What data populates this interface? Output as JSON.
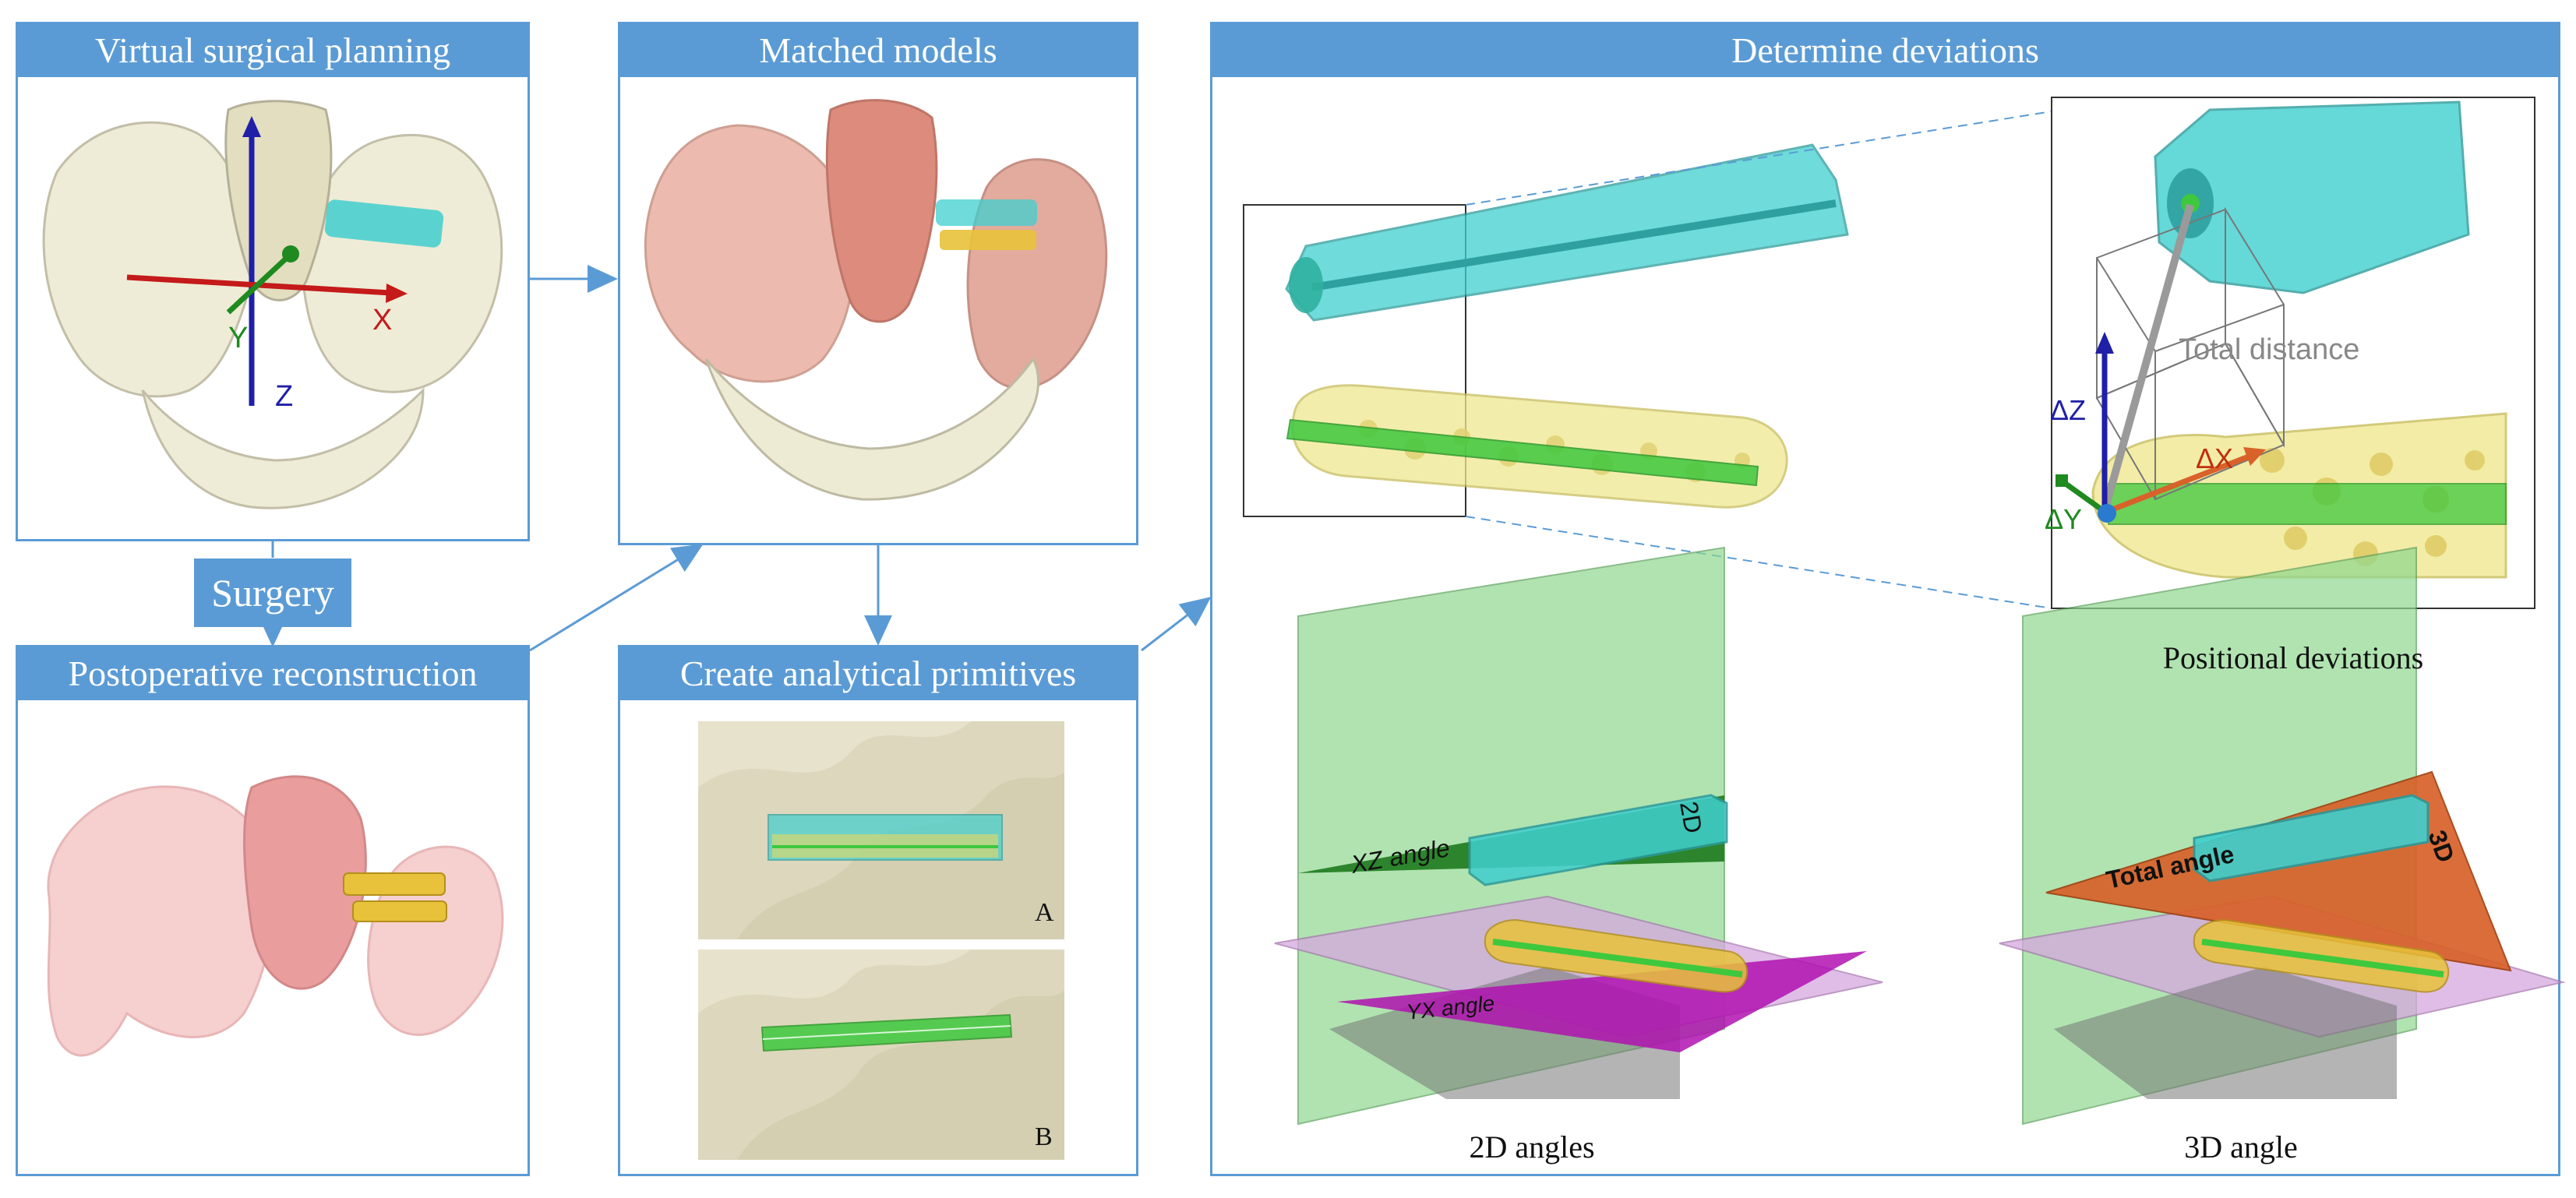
{
  "panels": {
    "vsp": {
      "title": "Virtual surgical planning"
    },
    "matched": {
      "title": "Matched models"
    },
    "postop": {
      "title": "Postoperative reconstruction"
    },
    "primitives": {
      "title": "Create analytical primitives",
      "label_a": "A",
      "label_b": "B"
    },
    "deviations": {
      "title": "Determine deviations",
      "caption_positional": "Positional deviations",
      "caption_2d": "2D angles",
      "caption_3d": "3D angle"
    }
  },
  "surgery_badge": "Surgery",
  "axes": {
    "x": "X",
    "y": "Y",
    "z": "Z"
  },
  "deltas": {
    "dz": "ΔZ",
    "dx": "ΔX",
    "dy": "ΔY",
    "total_distance": "Total distance"
  },
  "angles": {
    "xz": "XZ angle",
    "yx": "YX angle",
    "two_d": "2D",
    "total": "Total angle",
    "three_d": "3D"
  },
  "colors": {
    "accent": "#5b9bd5",
    "planned_implant": "#3fcfcf",
    "actual_implant": "#e8d860",
    "primitive": "#3ec83e",
    "plane_green": "#8fd88f",
    "plane_purple": "#d6a8e0",
    "angle_orange": "#d9612a",
    "angle_magenta": "#b012b0"
  }
}
